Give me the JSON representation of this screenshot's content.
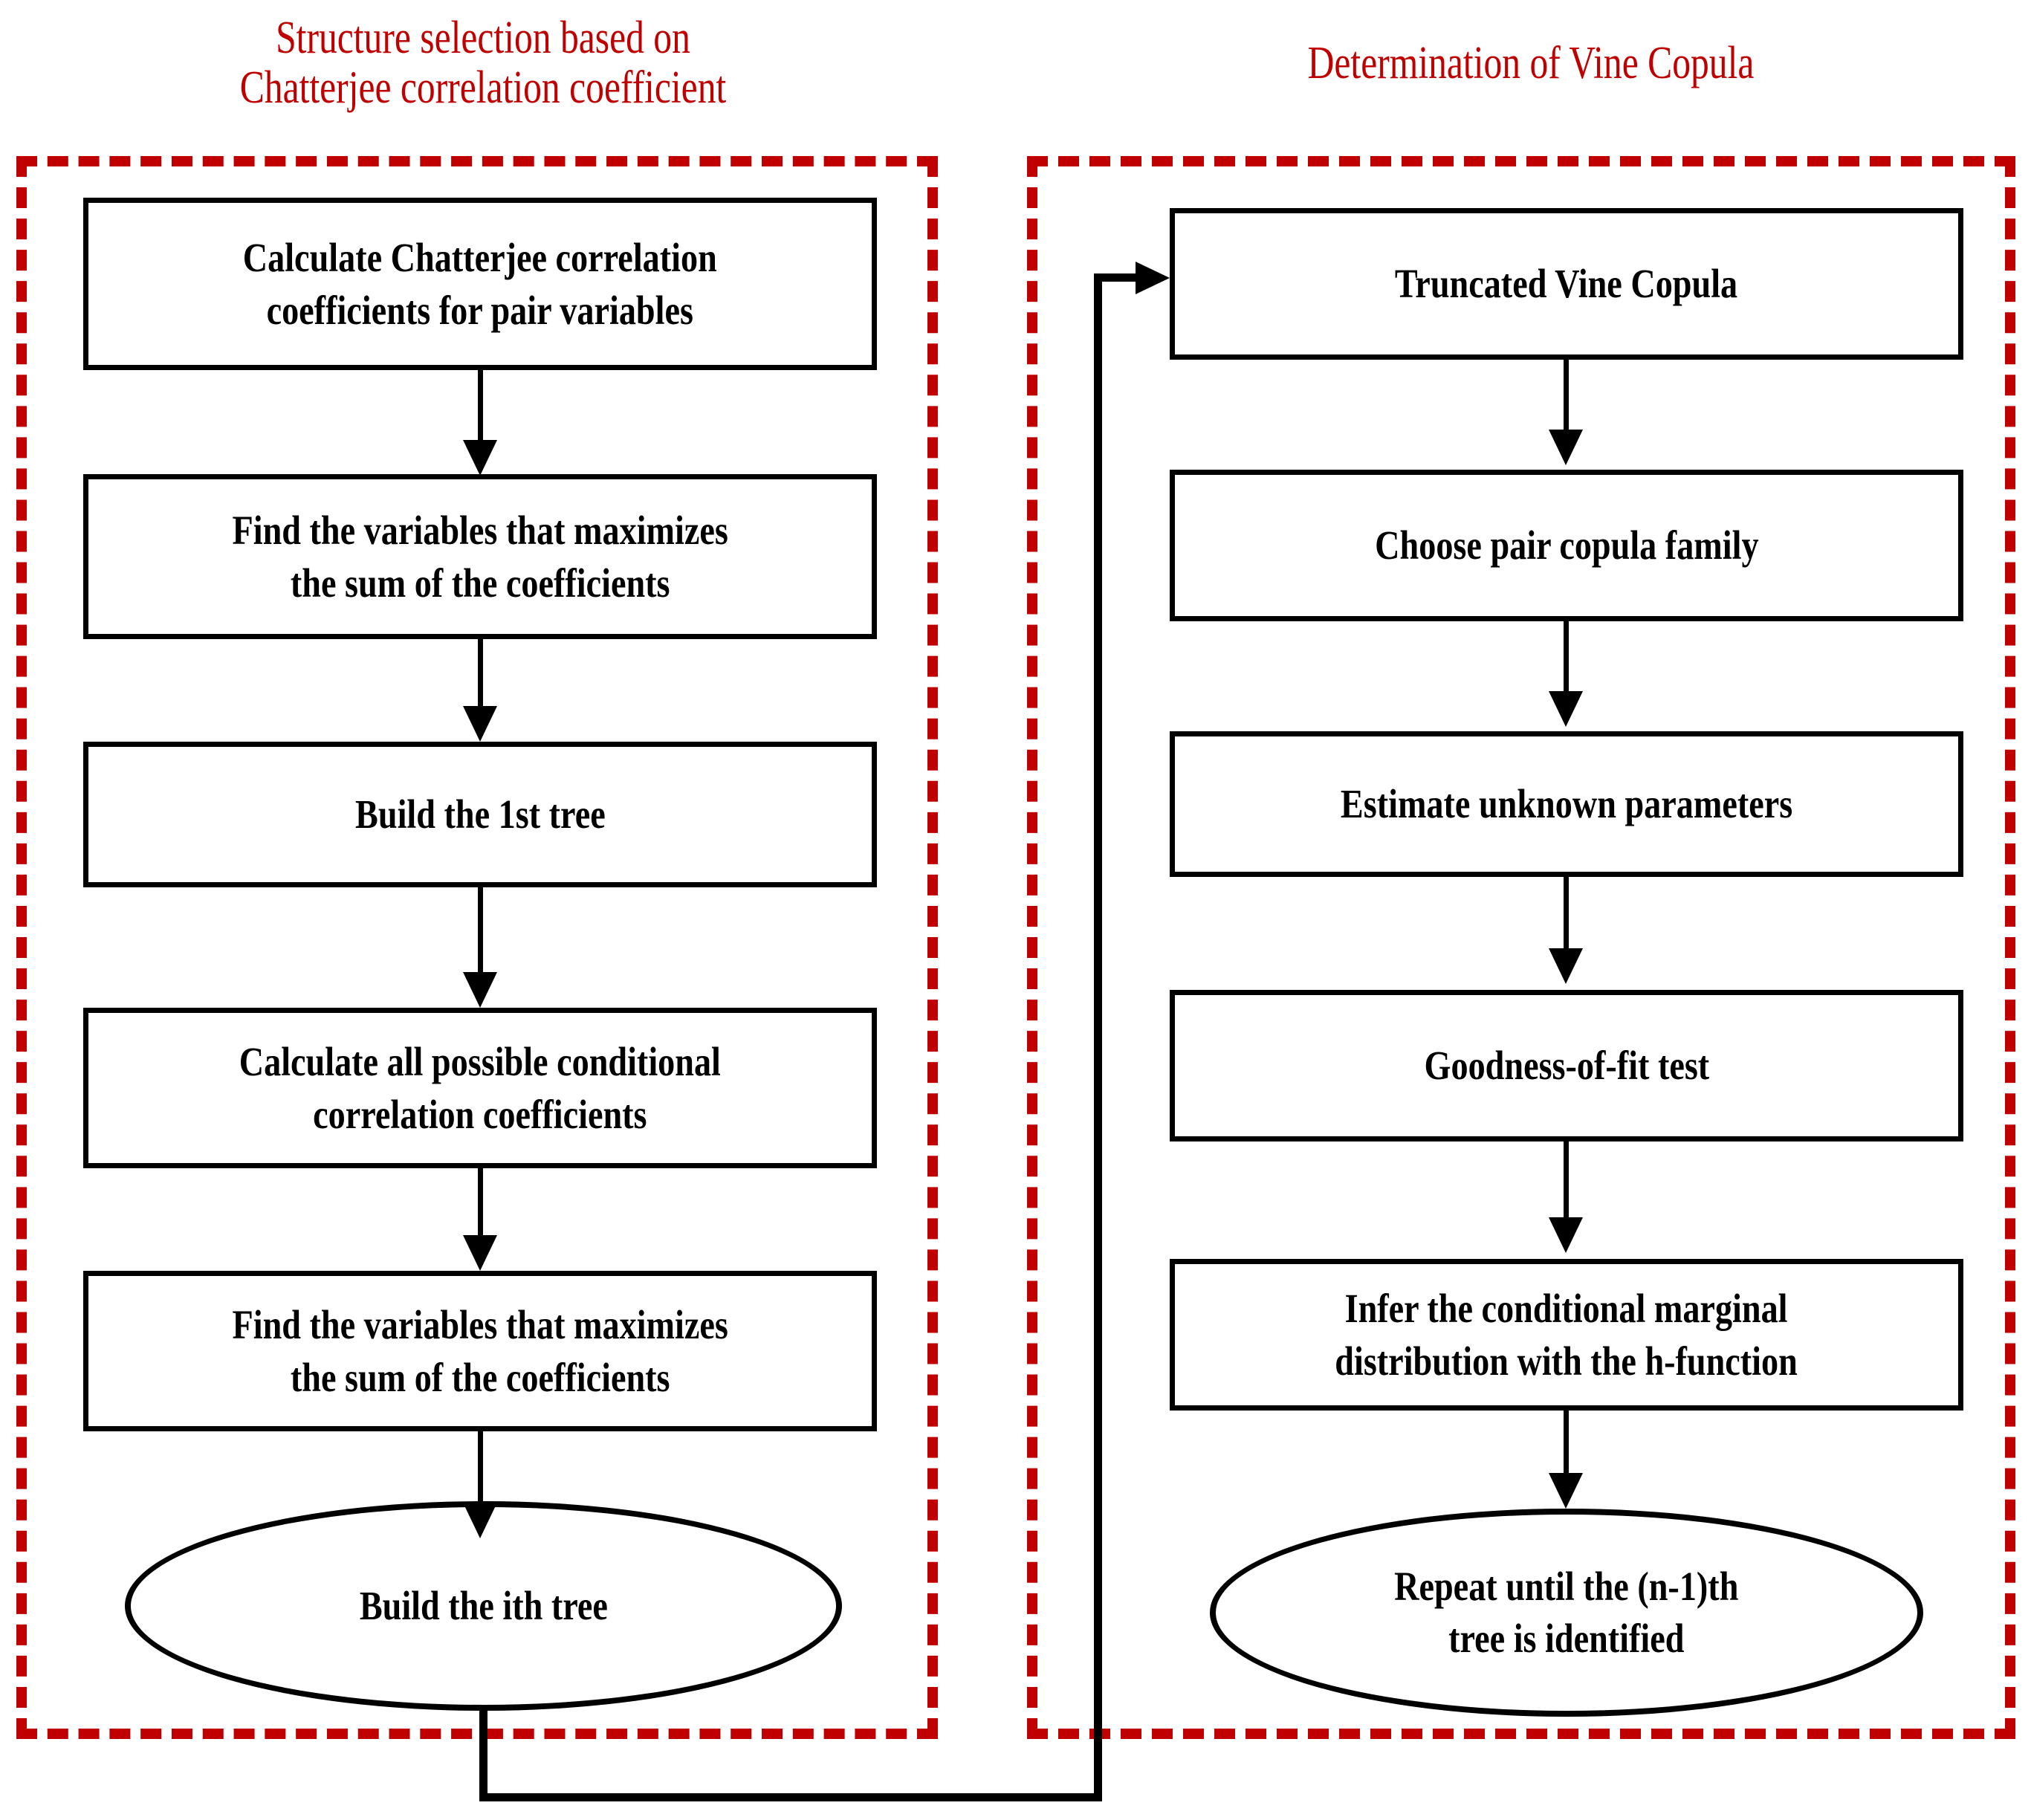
{
  "diagram": {
    "type": "flowchart",
    "title_color": "#C00000",
    "node_border_color": "#000000",
    "background": "#ffffff",
    "panels": [
      {
        "id": "structure-selection",
        "title": "Structure selection based on\nChatterjee correlation coefficient",
        "nodes": [
          {
            "id": "calc-chatterjee",
            "shape": "rect",
            "label": "Calculate Chatterjee correlation\ncoefficients for  pair variables"
          },
          {
            "id": "find-max-1",
            "shape": "rect",
            "label": "Find the variables that maximizes\nthe sum of the coefficients"
          },
          {
            "id": "build-first-tree",
            "shape": "rect",
            "label": "Build the 1st tree"
          },
          {
            "id": "calc-conditional",
            "shape": "rect",
            "label": "Calculate all possible conditional\ncorrelation coefficients"
          },
          {
            "id": "find-max-2",
            "shape": "rect",
            "label": "Find the variables that maximizes\nthe sum of the coefficients"
          },
          {
            "id": "build-ith-tree",
            "shape": "ellipse",
            "label": "Build the ith tree"
          }
        ]
      },
      {
        "id": "vine-copula-determination",
        "title": "Determination of Vine Copula",
        "nodes": [
          {
            "id": "truncated-vine-copula",
            "shape": "rect",
            "label": "Truncated Vine Copula"
          },
          {
            "id": "choose-pair-copula",
            "shape": "rect",
            "label": "Choose pair copula family"
          },
          {
            "id": "estimate-parameters",
            "shape": "rect",
            "label": "Estimate unknown parameters"
          },
          {
            "id": "goodness-of-fit",
            "shape": "rect",
            "label": "Goodness-of-fit test"
          },
          {
            "id": "infer-conditional",
            "shape": "rect",
            "label": "Infer the conditional marginal\ndistribution with the h-function"
          },
          {
            "id": "repeat-until",
            "shape": "ellipse",
            "label": "Repeat until the (n-1)th\ntree is identified"
          }
        ]
      }
    ],
    "connectors": [
      {
        "id": "edge-1",
        "from": "calc-chatterjee",
        "to": "find-max-1",
        "kind": "arrow-down"
      },
      {
        "id": "edge-2",
        "from": "find-max-1",
        "to": "build-first-tree",
        "kind": "arrow-down"
      },
      {
        "id": "edge-3",
        "from": "build-first-tree",
        "to": "calc-conditional",
        "kind": "arrow-down"
      },
      {
        "id": "edge-4",
        "from": "calc-conditional",
        "to": "find-max-2",
        "kind": "arrow-down"
      },
      {
        "id": "edge-5",
        "from": "find-max-2",
        "to": "build-ith-tree",
        "kind": "arrow-down"
      },
      {
        "id": "edge-6",
        "from": "truncated-vine-copula",
        "to": "choose-pair-copula",
        "kind": "arrow-down"
      },
      {
        "id": "edge-7",
        "from": "choose-pair-copula",
        "to": "estimate-parameters",
        "kind": "arrow-down"
      },
      {
        "id": "edge-8",
        "from": "estimate-parameters",
        "to": "goodness-of-fit",
        "kind": "arrow-down"
      },
      {
        "id": "edge-9",
        "from": "goodness-of-fit",
        "to": "infer-conditional",
        "kind": "arrow-down"
      },
      {
        "id": "edge-10",
        "from": "infer-conditional",
        "to": "repeat-until",
        "kind": "arrow-down"
      },
      {
        "id": "edge-loop",
        "from": "build-ith-tree",
        "to": "truncated-vine-copula",
        "kind": "routed-arrow-right"
      }
    ]
  }
}
